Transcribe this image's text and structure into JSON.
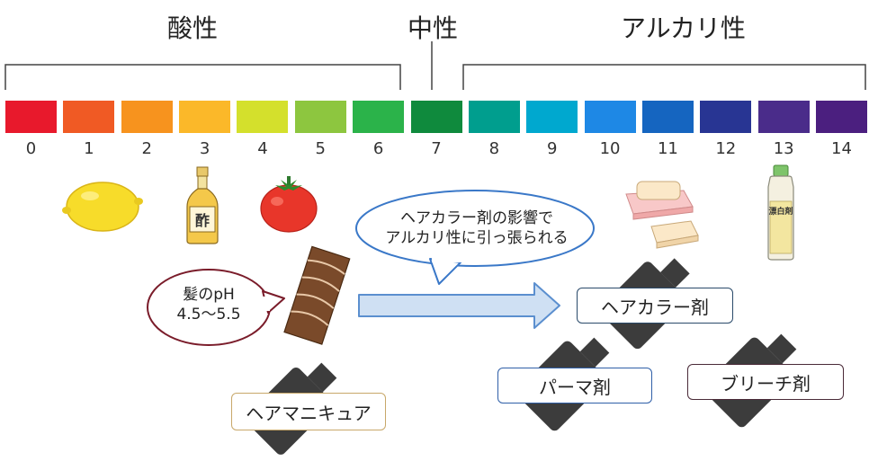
{
  "headings": {
    "acidic": "酸性",
    "neutral": "中性",
    "alkaline": "アルカリ性"
  },
  "ph_scale": {
    "numbers": [
      "0",
      "1",
      "2",
      "3",
      "4",
      "5",
      "6",
      "7",
      "8",
      "9",
      "10",
      "11",
      "12",
      "13",
      "14"
    ],
    "colors": [
      "#e8192c",
      "#f05a24",
      "#f7931e",
      "#fbb829",
      "#d4e02c",
      "#8dc63f",
      "#2bb34a",
      "#0f8a3d",
      "#009e8e",
      "#00a8cf",
      "#1e88e5",
      "#1565c0",
      "#283593",
      "#4a2c8a",
      "#4b1f7f"
    ]
  },
  "item_labels": {
    "vinegar": "酢",
    "bleach": "漂白剤"
  },
  "hair_bubble": {
    "line1": "髪のpH",
    "line2": "4.5〜5.5"
  },
  "color_bubble": {
    "line1": "ヘアカラー剤の影響で",
    "line2": "アルカリ性に引っ張られる"
  },
  "products": {
    "hair_manicure": "ヘアマニキュア",
    "hair_color": "ヘアカラー剤",
    "perm": "パーマ剤",
    "bleach_agent": "ブリーチ剤"
  },
  "colors": {
    "arrow_fill": "#cfe0f3",
    "arrow_stroke": "#5b8fcf",
    "hair_bubble_border": "#7a1c2a",
    "color_bubble_border": "#3a78c8",
    "manicure_border": "#c8a86a",
    "color_box_border": "#2a4a6a",
    "perm_border": "#2f5fa8",
    "bleach_border": "#4a2a38",
    "bottle": "#3c3c3c"
  }
}
